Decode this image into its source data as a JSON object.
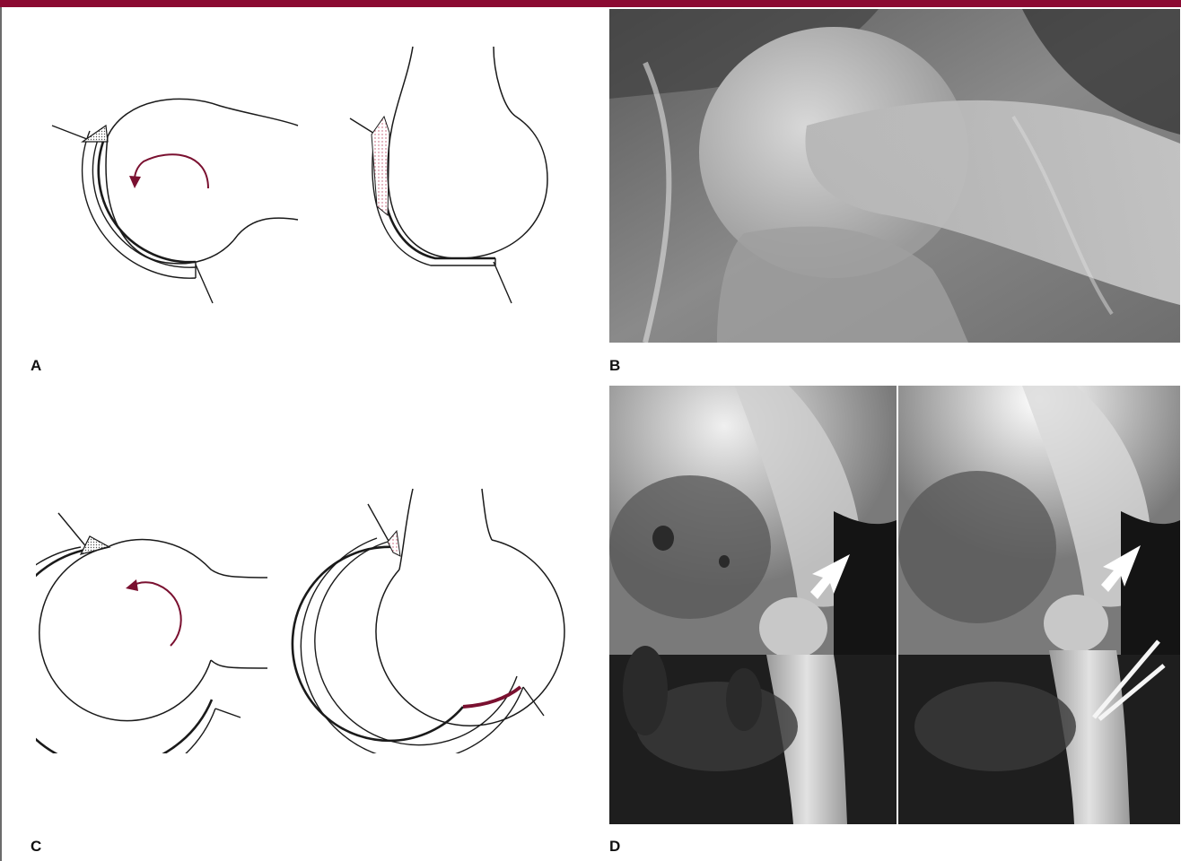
{
  "colors": {
    "accent_bar": "#8b0a32",
    "arrow_maroon": "#7a1030",
    "ink": "#1a1a1a",
    "xray_dark": "#1e1e1e"
  },
  "panels": {
    "a": {
      "label": "A"
    },
    "b": {
      "label": "B"
    },
    "c": {
      "label": "C"
    },
    "d": {
      "label": "D"
    }
  },
  "icons": {
    "rotation_a": "curved-arrow-icon",
    "rotation_c": "curved-arrow-icon",
    "xray_arrow_left": "white-arrow-icon",
    "xray_arrow_right": "white-arrow-icon"
  }
}
